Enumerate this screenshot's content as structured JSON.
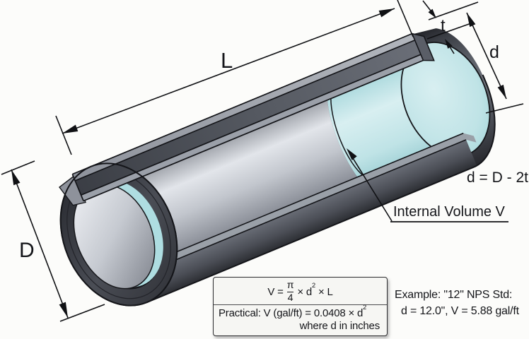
{
  "labels": {
    "length": "L",
    "wall_thickness": "t",
    "inner_diameter": "d",
    "outer_diameter": "D",
    "relation": "d = D - 2t",
    "internal_volume": "Internal Volume V"
  },
  "formula_box": {
    "exact": {
      "lhs": "V =",
      "numerator": "π",
      "denominator": "4",
      "mid": "× d",
      "exp": "2",
      "tail": "× L"
    },
    "practical": {
      "text": "Practical: V (gal/ft) = 0.0408 × d",
      "exp": "2"
    },
    "note": "where d in inches"
  },
  "example": {
    "line1": "Example: \"12\" NPS Std:",
    "line2": "d = 12.0\", V = 5.88 gal/ft"
  },
  "colors": {
    "background": "#fcfcfa",
    "text": "#141519",
    "outline": "#15161a",
    "steel_dark": "#2c2e33",
    "steel_mid": "#6b6f78",
    "steel_light": "#9aa0a8",
    "bore_highlight": "#e2e5ea",
    "internal_volume": "#bfe3e6",
    "internal_volume_light": "#d8eff1",
    "box_background": "#f6f6f3"
  }
}
